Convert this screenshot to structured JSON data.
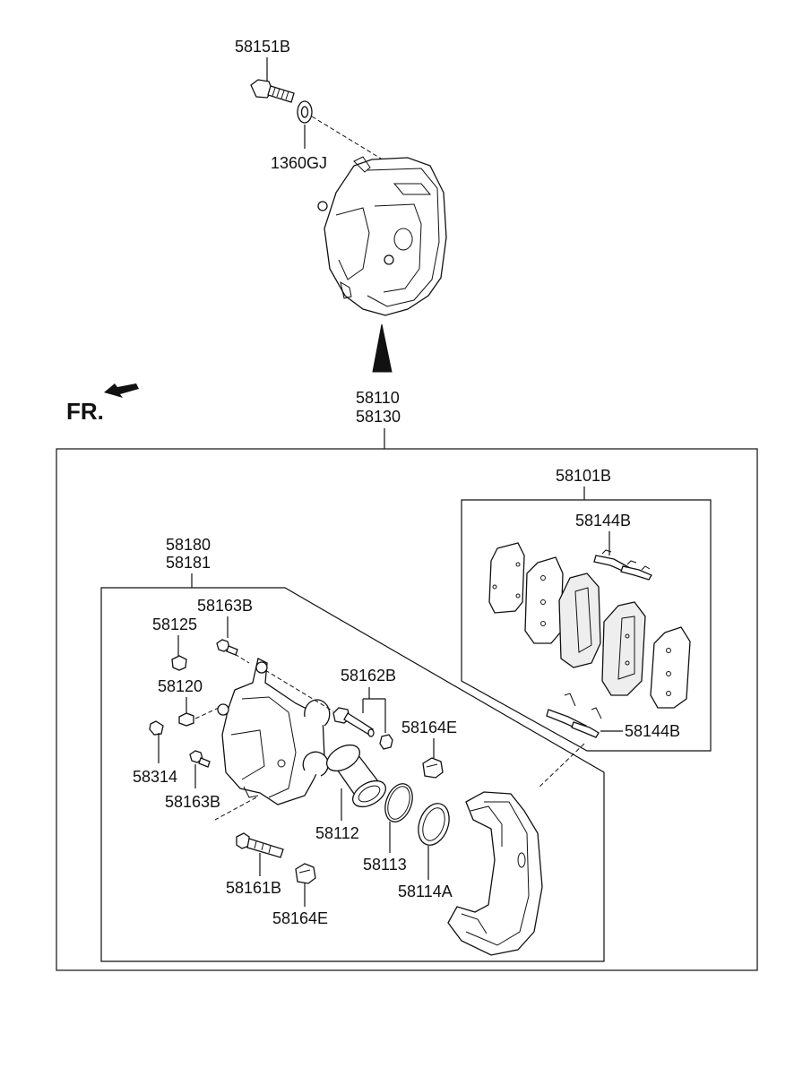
{
  "orientation_label": "FR.",
  "parts": {
    "bolt_top": "58151B",
    "washer_top": "1360GJ",
    "caliper_assy_1": "58110",
    "caliper_assy_2": "58130",
    "pad_kit": "58101B",
    "pad_clip_top": "58144B",
    "pad_clip_bottom": "58144B",
    "caliper_body_1": "58180",
    "caliper_body_2": "58181",
    "bolt_upper": "58163B",
    "cap_58125": "58125",
    "bleeder_58120": "58120",
    "cap_58314": "58314",
    "bolt_lower": "58163B",
    "guide_pin_upper": "58162B",
    "boot_upper": "58164E",
    "piston": "58112",
    "piston_seal": "58113",
    "piston_boot": "58114A",
    "guide_pin_lower": "58161B",
    "boot_lower": "58164E"
  },
  "icons": {
    "fr_arrow": "front-direction-arrow-icon",
    "pointer": "assembly-pointer-arrow-icon"
  }
}
